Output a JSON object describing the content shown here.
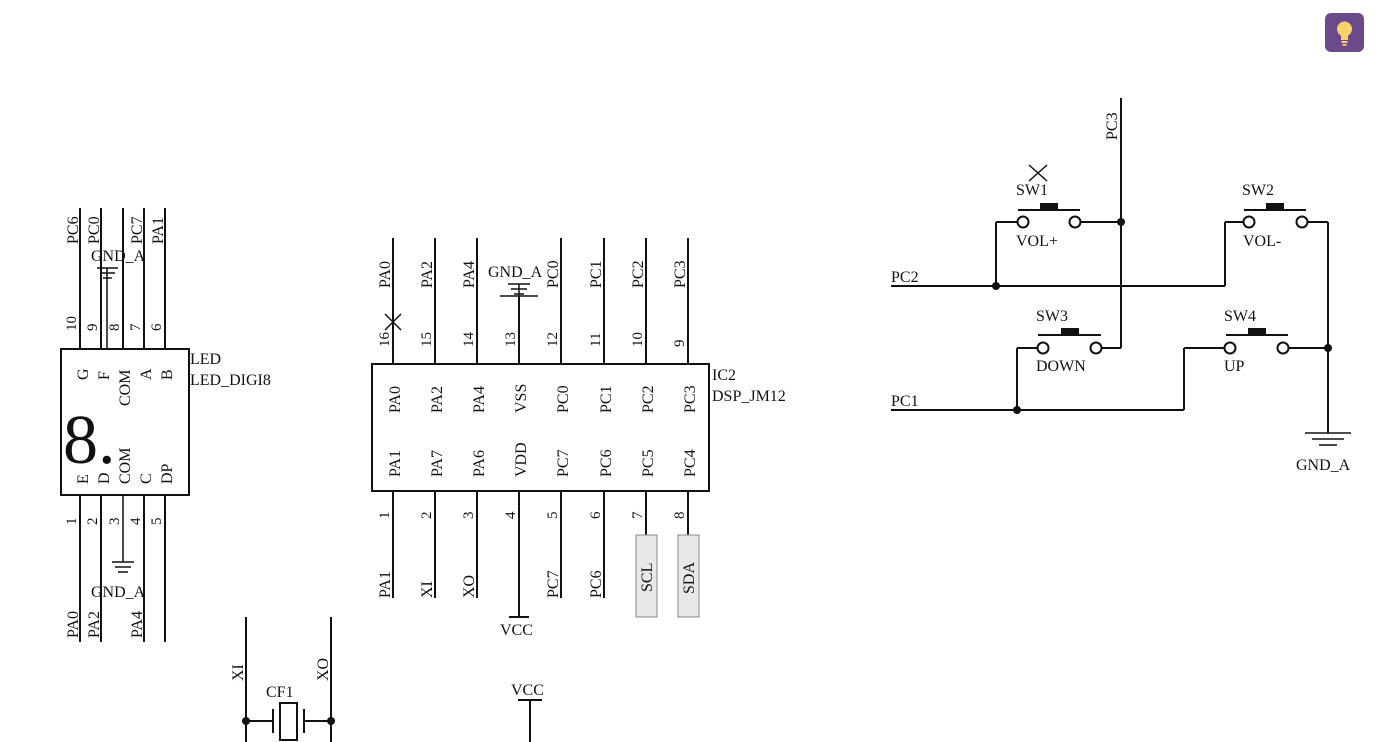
{
  "hint_button": {
    "icon": "lightbulb-icon",
    "color": "#6b4a8c"
  },
  "led": {
    "ref": "LED",
    "value": "LED_DIGI8",
    "glyph": "8.",
    "top_nets": [
      "PC6",
      "PC0",
      "PC7",
      "PA1"
    ],
    "top_gnd": "GND_A",
    "top_pins": [
      "10",
      "9",
      "8",
      "7",
      "6"
    ],
    "top_labels": [
      "G",
      "F",
      "COM",
      "A",
      "B"
    ],
    "bottom_labels": [
      "E",
      "D",
      "COM",
      "C",
      "DP"
    ],
    "bottom_pins": [
      "1",
      "2",
      "3",
      "4",
      "5"
    ],
    "bottom_gnd": "GND_A",
    "bottom_nets": [
      "PA0",
      "PA2",
      "PA4"
    ]
  },
  "ic": {
    "ref": "IC2",
    "value": "DSP_JM12",
    "top_nets": [
      "PA0",
      "PA2",
      "PA4",
      "PC0",
      "PC1",
      "PC2",
      "PC3"
    ],
    "top_gnd": "GND_A",
    "top_pins": [
      "16",
      "15",
      "14",
      "13",
      "12",
      "11",
      "10",
      "9"
    ],
    "top_labels": [
      "PA0",
      "PA2",
      "PA4",
      "VSS",
      "PC0",
      "PC1",
      "PC2",
      "PC3"
    ],
    "bottom_labels": [
      "PA1",
      "PA7",
      "PA6",
      "VDD",
      "PC7",
      "PC6",
      "PC5",
      "PC4"
    ],
    "bottom_pins": [
      "1",
      "2",
      "3",
      "4",
      "5",
      "6",
      "7",
      "8"
    ],
    "bottom_nets": [
      "PA1",
      "XI",
      "XO",
      "PC7",
      "PC6"
    ],
    "bottom_vcc": "VCC",
    "bus_labels": [
      "SCL",
      "SDA"
    ]
  },
  "crystal": {
    "ref": "CF1",
    "left_net": "XI",
    "right_net": "XO"
  },
  "vcc_power": "VCC",
  "switches": {
    "top_net": "PC3",
    "row1_net": "PC2",
    "row2_net": "PC1",
    "gnd": "GND_A",
    "items": [
      {
        "ref": "SW1",
        "label": "VOL+"
      },
      {
        "ref": "SW2",
        "label": "VOL-"
      },
      {
        "ref": "SW3",
        "label": "DOWN"
      },
      {
        "ref": "SW4",
        "label": "UP"
      }
    ]
  }
}
